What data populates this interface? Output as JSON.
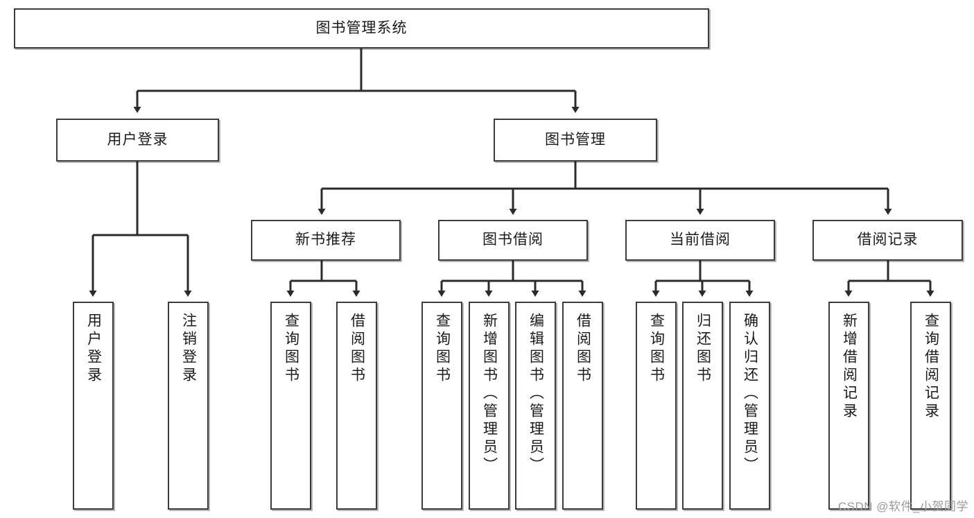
{
  "diagram": {
    "title": "图书管理系统",
    "watermark": "CSDN @软件_小贺同学",
    "colors": {
      "node_border": "#3b3b3b",
      "node_fill": "#ffffff",
      "edge": "#2b2b2b",
      "text": "#1a1a1a",
      "watermark": "#9a9a9a"
    },
    "root": {
      "label": "图书管理系统"
    },
    "level2": [
      {
        "label": "用户登录"
      },
      {
        "label": "图书管理"
      }
    ],
    "level3": [
      {
        "label": "新书推荐"
      },
      {
        "label": "图书借阅"
      },
      {
        "label": "当前借阅"
      },
      {
        "label": "借阅记录"
      }
    ],
    "leaves": {
      "user_login": [
        {
          "label": "用户登录"
        },
        {
          "label": "注销登录"
        }
      ],
      "new_book": [
        {
          "label": "查询图书"
        },
        {
          "label": "借阅图书"
        }
      ],
      "book_borrow": [
        {
          "label": "查询图书"
        },
        {
          "label": "新增图书（管理员）"
        },
        {
          "label": "编辑图书（管理员）"
        },
        {
          "label": "借阅图书"
        }
      ],
      "current_borrow": [
        {
          "label": "查询图书"
        },
        {
          "label": "归还图书"
        },
        {
          "label": "确认归还（管理员）"
        }
      ],
      "borrow_record": [
        {
          "label": "新增借阅记录"
        },
        {
          "label": "查询借阅记录"
        }
      ]
    }
  }
}
